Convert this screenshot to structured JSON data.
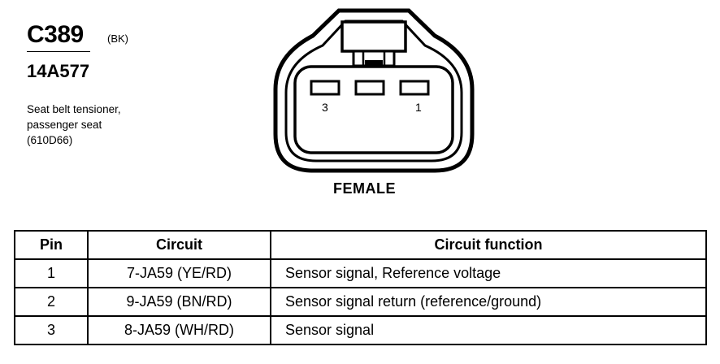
{
  "header": {
    "connector_code": "C389",
    "connector_color": "(BK)",
    "part_number": "14A577",
    "description_lines": [
      "Seat belt tensioner,",
      "passenger seat",
      "(610D66)"
    ]
  },
  "connector": {
    "pin_labels": [
      "3",
      "1"
    ],
    "gender_label": "FEMALE"
  },
  "table": {
    "headers": [
      "Pin",
      "Circuit",
      "Circuit function"
    ],
    "rows": [
      {
        "pin": "1",
        "circuit": "7-JA59 (YE/RD)",
        "function": "Sensor signal, Reference voltage"
      },
      {
        "pin": "2",
        "circuit": "9-JA59 (BN/RD)",
        "function": "Sensor signal return (reference/ground)"
      },
      {
        "pin": "3",
        "circuit": "8-JA59 (WH/RD)",
        "function": "Sensor signal"
      }
    ]
  }
}
